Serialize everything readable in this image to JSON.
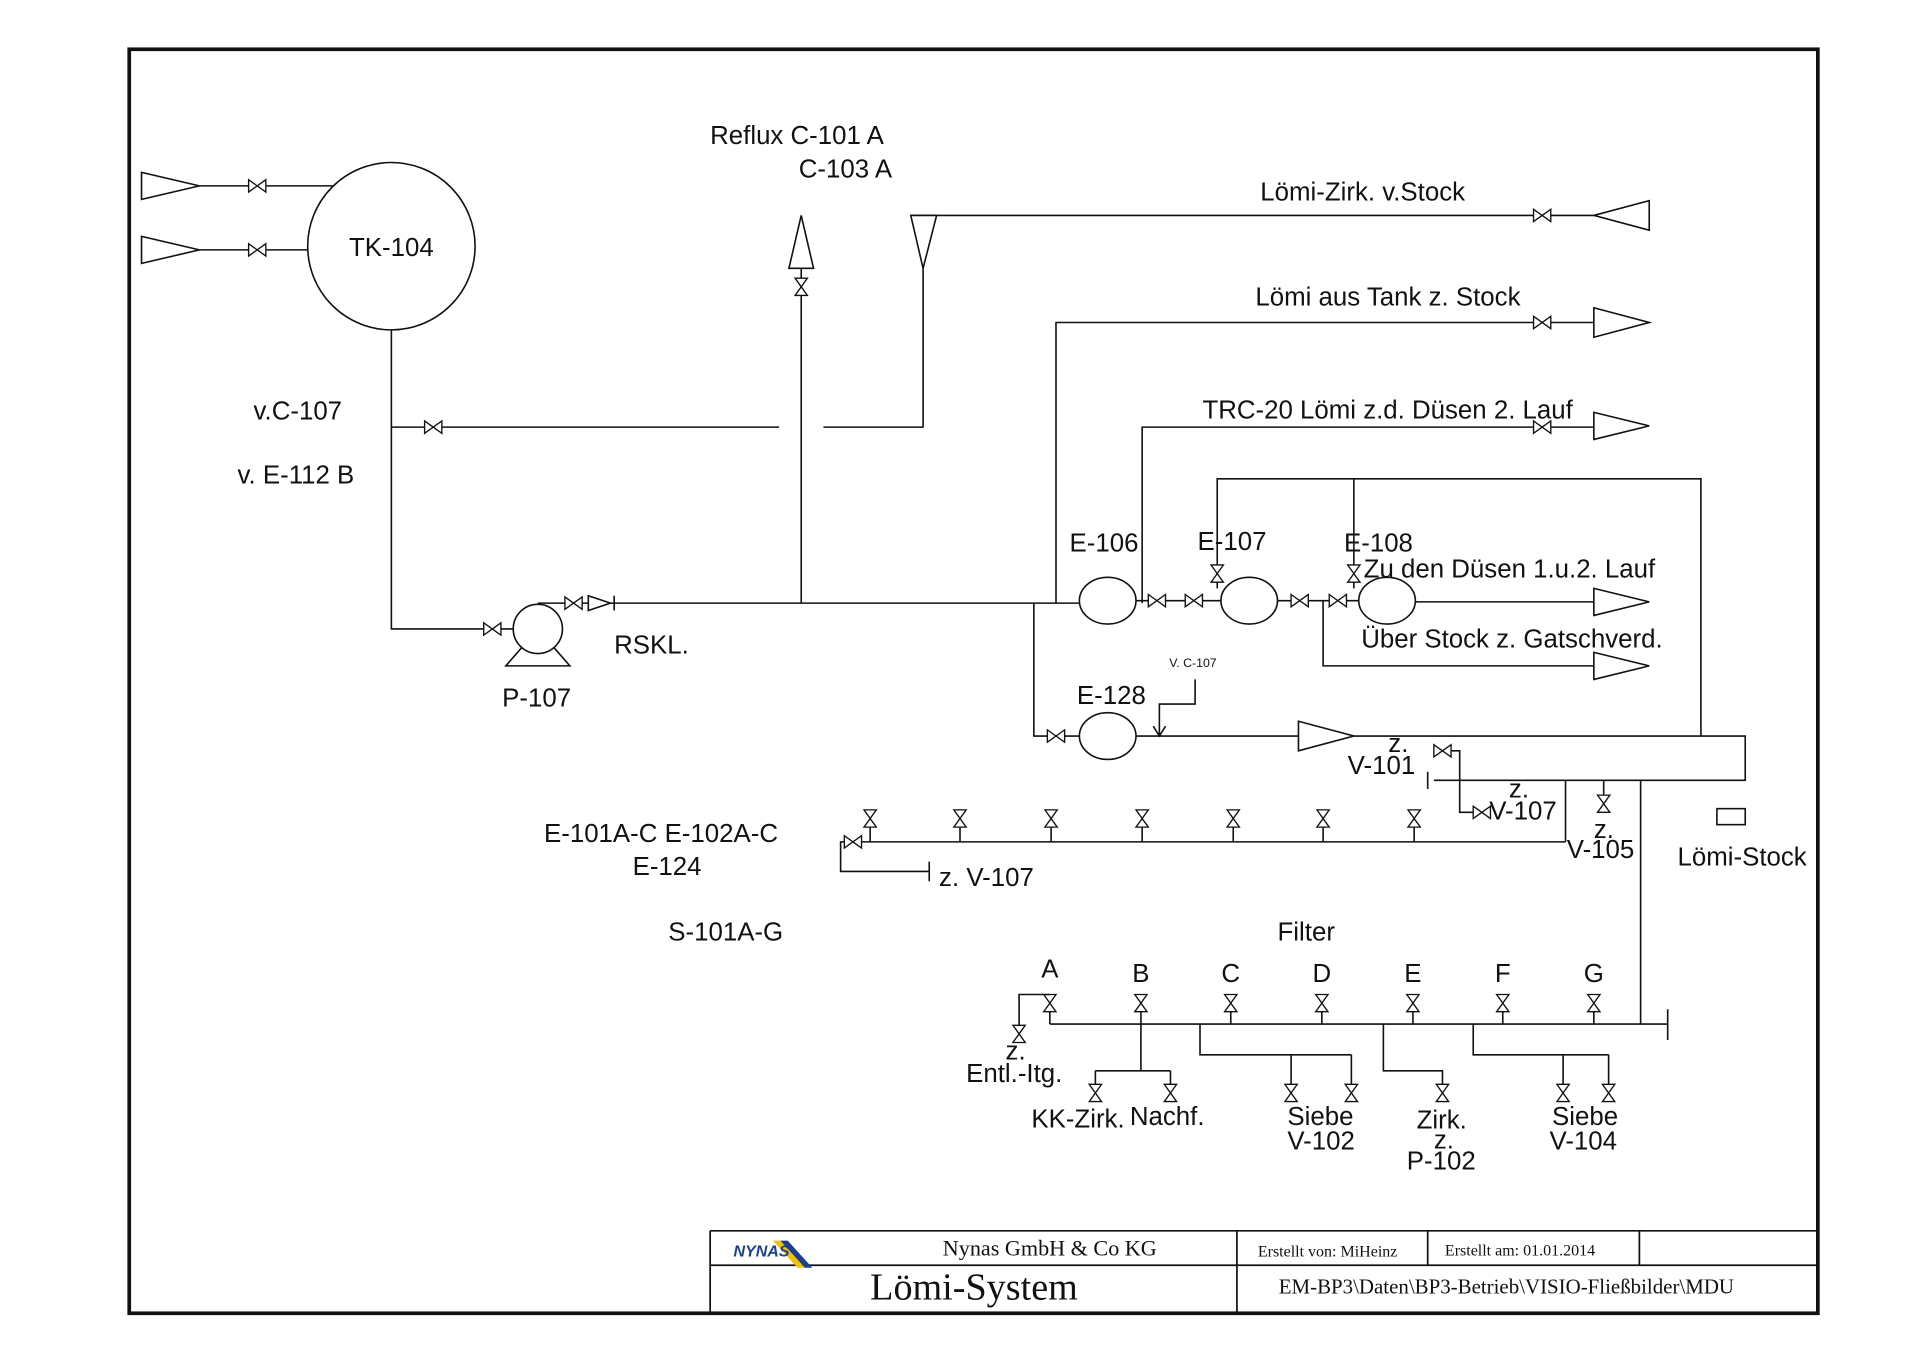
{
  "equipment": {
    "tank": "TK-104",
    "pump": "P-107",
    "e106": "E-106",
    "e107": "E-107",
    "e108": "E-108",
    "e128": "E-128",
    "lomi_stock": "Lömi-Stock"
  },
  "streams": {
    "reflux_1": "Reflux C-101 A",
    "reflux_2": "C-103 A",
    "from_c107": "v.C-107",
    "from_e112b": "v. E-112 B",
    "circ_from_stock": "Lömi-Zirk. v.Stock",
    "tank_to_stock": "Lömi aus Tank z. Stock",
    "trc20": "TRC-20 Lömi z.d. Düsen 2. Lauf",
    "to_nozzles": "Zu den Düsen 1.u.2. Lauf",
    "via_stock": "Über Stock z. Gatschverd.",
    "rskl": "RSKL.",
    "vc107_small": "V. C-107",
    "v101_z": "z.",
    "v101": "V-101",
    "v107_z": "z.",
    "v107": "V-107",
    "v105_z": "z.",
    "v105": "V-105",
    "exchangers_1": "E-101A-C E-102A-C",
    "exchangers_2": "E-124",
    "to_v107": "z. V-107",
    "strainers": "S-101A-G"
  },
  "filter": {
    "title": "Filter",
    "letters": [
      "A",
      "B",
      "C",
      "D",
      "E",
      "F",
      "G"
    ],
    "vent_z": "z.",
    "vent": "Entl.-Itg.",
    "kk_circ": "KK-Zirk.",
    "nachf": "Nachf.",
    "sieve_102": "Siebe",
    "v102": "V-102",
    "circ": "Zirk.",
    "circ_z": "z.",
    "p102": "P-102",
    "sieve_104": "Siebe",
    "v104": "V-104"
  },
  "title_block": {
    "logo": "NYNAS",
    "company": "Nynas GmbH & Co KG",
    "title": "Lömi-System",
    "created_by": "Erstellt von: MiHeinz",
    "created_on": "Erstellt am: 01.01.2014",
    "path": "EM-BP3\\Daten\\BP3-Betrieb\\VISIO-Fließbilder\\MDU"
  },
  "colors": {
    "logo_blue": "#1b3f91",
    "logo_yellow": "#f2c200"
  }
}
